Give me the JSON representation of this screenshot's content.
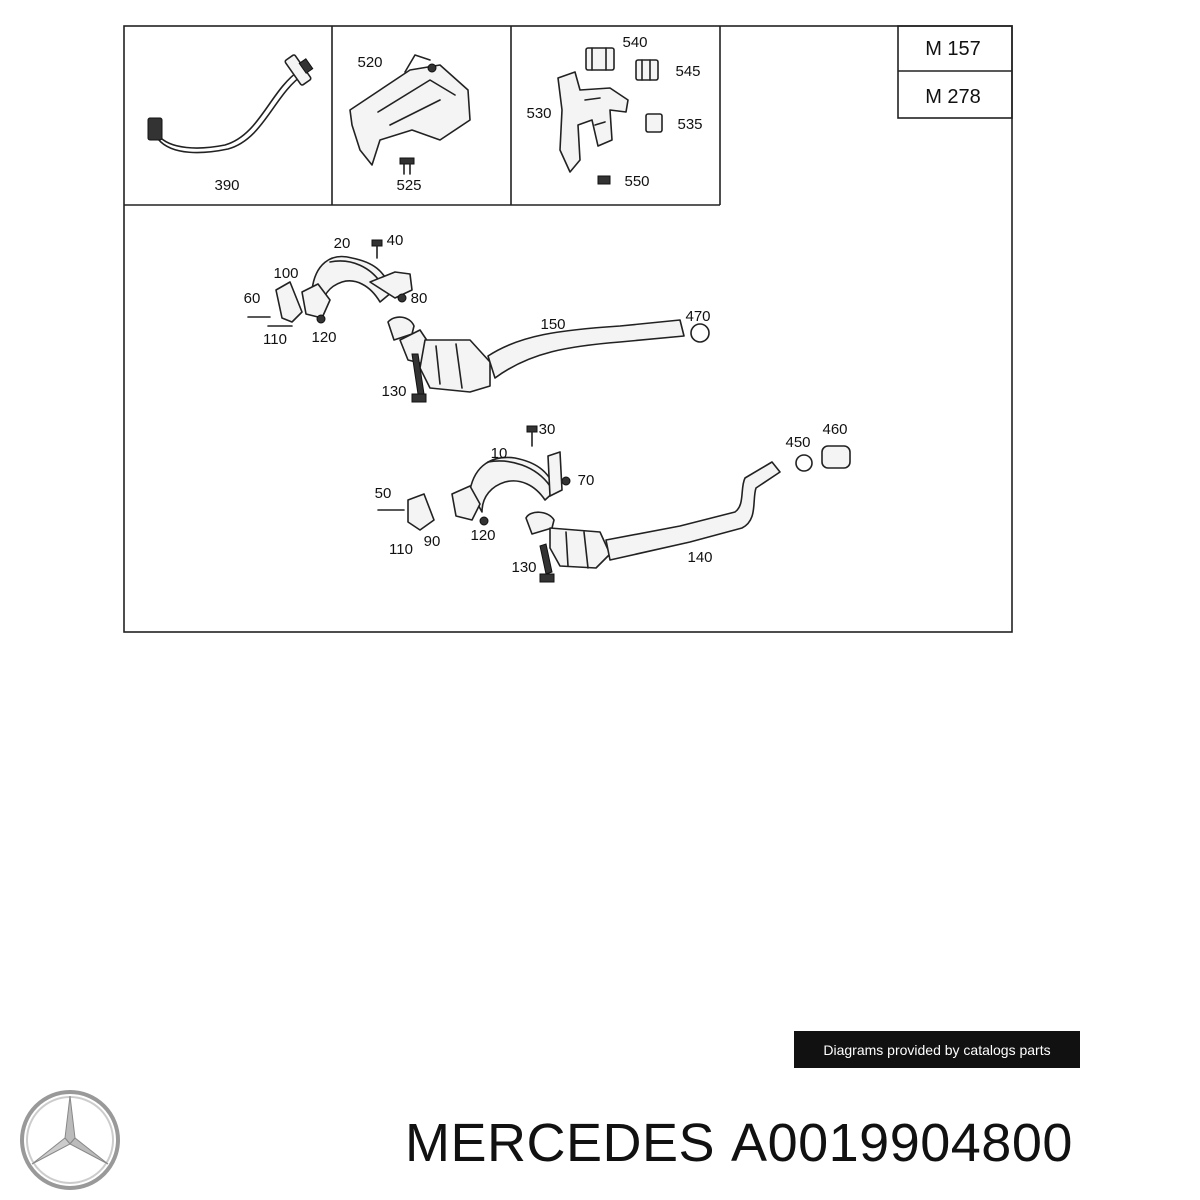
{
  "diagram": {
    "engine_codes": [
      "M 157",
      "M 278"
    ],
    "labels": {
      "p390": "390",
      "p520": "520",
      "p525": "525",
      "p540": "540",
      "p545": "545",
      "p530": "530",
      "p535": "535",
      "p550": "550",
      "p20": "20",
      "p40": "40",
      "p100": "100",
      "p60": "60",
      "p80": "80",
      "p110a": "110",
      "p120a": "120",
      "p150": "150",
      "p470": "470",
      "p130a": "130",
      "p30": "30",
      "p10": "10",
      "p70": "70",
      "p50": "50",
      "p120b": "120",
      "p110b": "110",
      "p90": "90",
      "p450": "450",
      "p460": "460",
      "p140": "140",
      "p130b": "130"
    }
  },
  "credit": "Diagrams provided by catalogs parts",
  "caption": {
    "brand": "MERCEDES",
    "part_number": "A0019904800"
  },
  "logo": "mercedes-star-icon"
}
